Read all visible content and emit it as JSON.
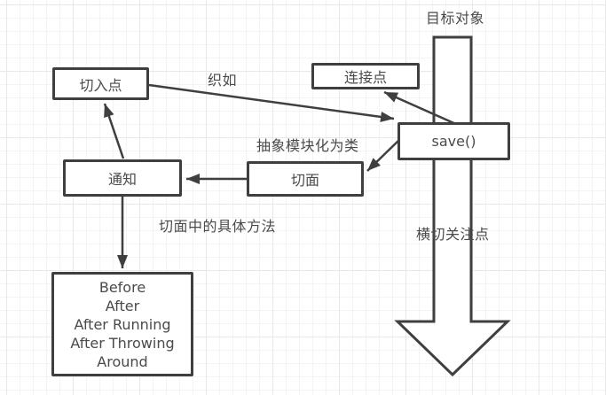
{
  "diagram": {
    "labels": {
      "target_object": "目标对象",
      "weaving": "织如",
      "abstract_modularize": "抽象模块化为类",
      "aspect_concrete_methods": "切面中的具体方法",
      "crosscutting_concern": "横切关注点"
    },
    "nodes": {
      "pointcut": "切入点",
      "joinpoint": "连接点",
      "save_method": "save()",
      "advice": "通知",
      "aspect": "切面",
      "advice_types": [
        "Before",
        "After",
        "After Running",
        "After Throwing",
        "Around"
      ]
    },
    "colors": {
      "stroke": "#3f3f3f",
      "text": "#4a4a4a",
      "background": "#ffffff",
      "grid_minor": "#f4f4f4",
      "grid_major": "#e8e8e8"
    }
  }
}
